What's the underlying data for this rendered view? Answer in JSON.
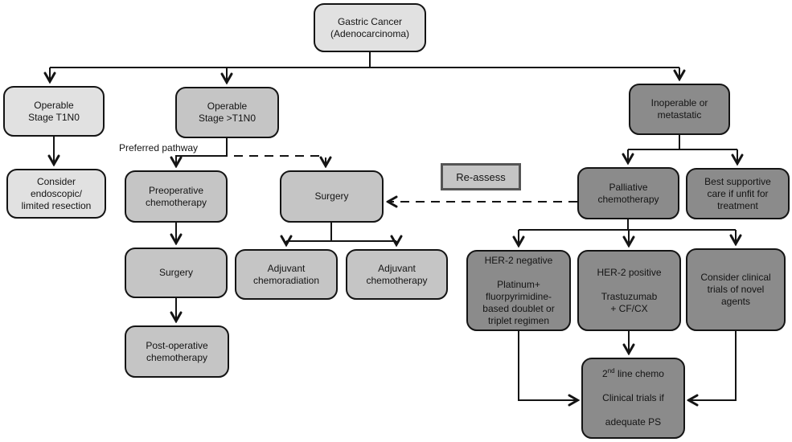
{
  "colors": {
    "light": "#e1e1e1",
    "medium": "#c5c5c5",
    "dark": "#8b8b8b",
    "line": "#141414",
    "reassess_border": "#555555"
  },
  "labels": {
    "preferred_pathway": "Preferred pathway"
  },
  "nodes": {
    "gastric": {
      "text": "Gastric Cancer\n(Adenocarcinoma)"
    },
    "operable_t1n0": {
      "text": "Operable\nStage T1N0"
    },
    "consider_endoscopic": {
      "text": "Consider\nendoscopic/\nlimited resection"
    },
    "operable_gt_t1n0": {
      "text": "Operable\nStage >T1N0"
    },
    "preoperative_chemo": {
      "text": "Preoperative\nchemotherapy"
    },
    "surgery_left": {
      "text": "Surgery"
    },
    "postoperative_chemo": {
      "text": "Post-operative\nchemotherapy"
    },
    "surgery_mid": {
      "text": "Surgery"
    },
    "adjuvant_chemoradiation": {
      "text": "Adjuvant\nchemoradiation"
    },
    "adjuvant_chemotherapy": {
      "text": "Adjuvant\nchemotherapy"
    },
    "reassess": {
      "text": "Re-assess"
    },
    "inoperable": {
      "text": "Inoperable or\nmetastatic"
    },
    "palliative_chemo": {
      "text": "Palliative\nchemotherapy"
    },
    "best_supportive": {
      "text": "Best supportive\ncare if unfit for\ntreatment"
    },
    "her2_negative": {
      "text": "HER-2 negative\n\nPlatinum+\nfluorpyrimidine-\nbased doublet or\ntriplet regimen"
    },
    "her2_positive": {
      "text": "HER-2 positive\n\nTrastuzumab\n+ CF/CX"
    },
    "clinical_trials": {
      "text": "Consider clinical\ntrials of novel\nagents"
    },
    "second_line": {
      "num": "2",
      "sup": "nd",
      "rest": " line chemo",
      "line2": "Clinical trials if",
      "line3": "adequate PS"
    }
  }
}
